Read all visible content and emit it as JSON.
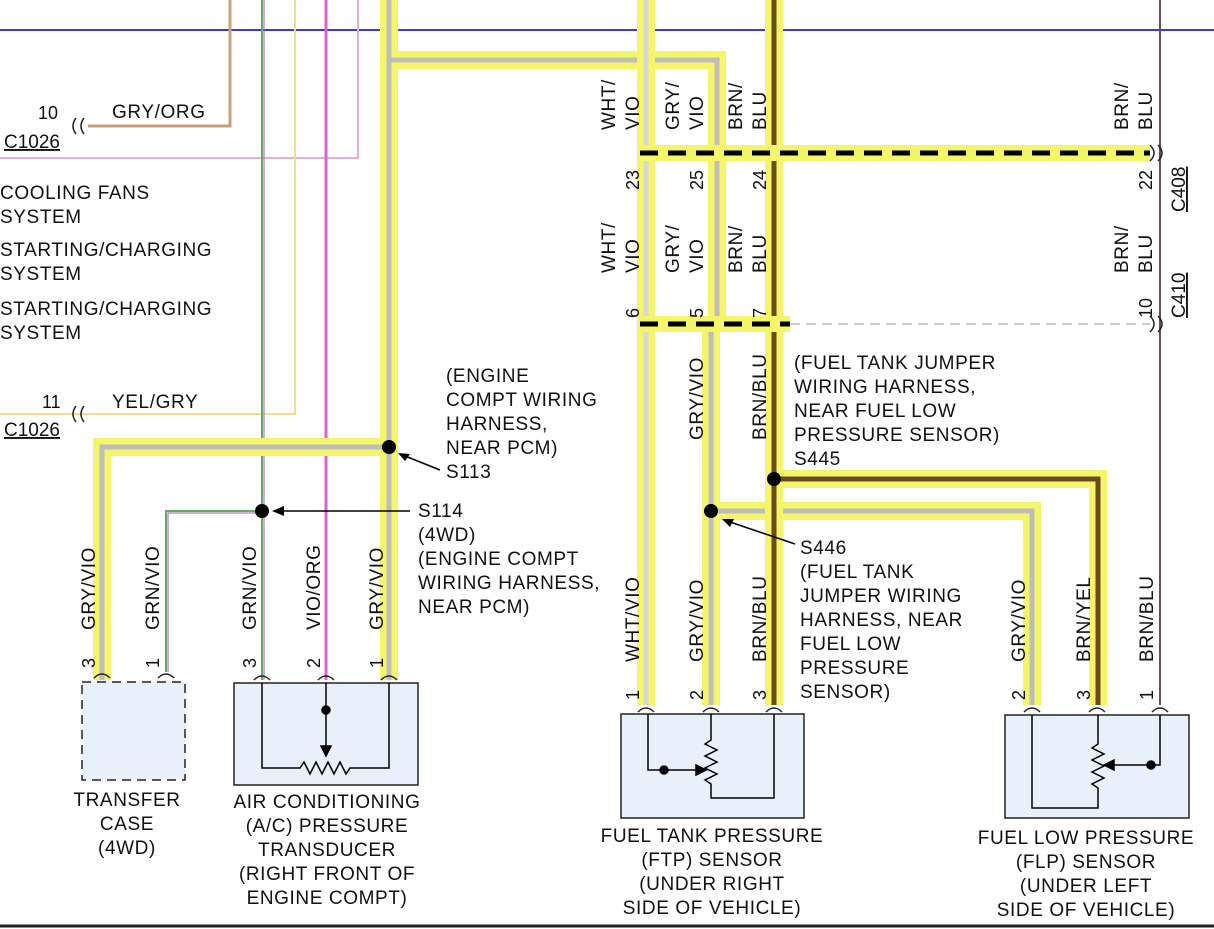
{
  "connector_c1026": {
    "top_pin": "10",
    "top_wire": "GRY/ORG",
    "top_ref": "C1026",
    "bottom_pin": "11",
    "bottom_wire": "YEL/GRY",
    "bottom_ref": "C1026"
  },
  "references": {
    "cooling_fans": [
      "COOLING FANS",
      "SYSTEM"
    ],
    "starting_charging_1": [
      "STARTING/CHARGING",
      "SYSTEM"
    ],
    "starting_charging_2": [
      "STARTING/CHARGING",
      "SYSTEM"
    ]
  },
  "splices": {
    "s113": {
      "id": "S113",
      "desc": [
        "(ENGINE",
        "COMPT WIRING",
        "HARNESS,",
        "NEAR PCM)"
      ]
    },
    "s114": {
      "id": "S114",
      "desc": [
        "(4WD)",
        "(ENGINE COMPT",
        "WIRING HARNESS,",
        "NEAR PCM)"
      ]
    },
    "s445": {
      "id": "S445",
      "desc": [
        "(FUEL TANK JUMPER",
        "WIRING HARNESS,",
        "NEAR FUEL LOW",
        "PRESSURE SENSOR)"
      ]
    },
    "s446": {
      "id": "S446",
      "desc": [
        "(FUEL TANK",
        "JUMPER WIRING",
        "HARNESS, NEAR",
        "FUEL LOW",
        "PRESSURE",
        "SENSOR)"
      ]
    }
  },
  "connector_c408": {
    "ref": "C408",
    "wires_top": [
      {
        "l1": "WHT/",
        "l2": "VIO"
      },
      {
        "l1": "GRY/",
        "l2": "VIO"
      },
      {
        "l1": "BRN/",
        "l2": "BLU"
      },
      {
        "l1": "BRN/",
        "l2": "BLU"
      }
    ],
    "pins": [
      "23",
      "25",
      "24",
      "22"
    ]
  },
  "connector_c410": {
    "ref": "C410",
    "wires_top": [
      {
        "l1": "WHT/",
        "l2": "VIO"
      },
      {
        "l1": "GRY/",
        "l2": "VIO"
      },
      {
        "l1": "BRN/",
        "l2": "BLU"
      },
      {
        "l1": "BRN/",
        "l2": "BLU"
      }
    ],
    "pins": [
      "6",
      "5",
      "7",
      "10"
    ]
  },
  "mid_wires": [
    "GRY/VIO",
    "BRN/BLU"
  ],
  "components": {
    "transfer_case": {
      "name": [
        "TRANSFER",
        "CASE",
        "(4WD)"
      ],
      "wires": [
        "GRY/VIO",
        "GRN/VIO"
      ],
      "pins": [
        "3",
        "1"
      ]
    },
    "ac_transducer": {
      "name": [
        "AIR CONDITIONING",
        "(A/C) PRESSURE",
        "TRANSDUCER",
        "(RIGHT FRONT OF",
        "ENGINE COMPT)"
      ],
      "wires": [
        "GRN/VIO",
        "VIO/ORG",
        "GRY/VIO"
      ],
      "pins": [
        "3",
        "2",
        "1"
      ]
    },
    "ftp_sensor": {
      "name": [
        "FUEL TANK PRESSURE",
        "(FTP) SENSOR",
        "(UNDER RIGHT",
        "SIDE OF VEHICLE)"
      ],
      "wires": [
        "WHT/VIO",
        "GRY/VIO",
        "BRN/BLU"
      ],
      "pins": [
        "1",
        "2",
        "3"
      ]
    },
    "flp_sensor": {
      "name": [
        "FUEL LOW PRESSURE",
        "(FLP) SENSOR",
        "(UNDER LEFT",
        "SIDE OF VEHICLE)"
      ],
      "wires": [
        "GRY/VIO",
        "BRN/YEL",
        "BRN/BLU"
      ],
      "pins": [
        "2",
        "3",
        "1"
      ]
    }
  },
  "colors": {
    "highlight": "#f5f56a",
    "gray_wire": "#bdbdbd",
    "brown_wire": "#6b4a1e",
    "blue_line": "#3a3ad0",
    "pink_wire": "#e060d0",
    "tan_wire": "#c9a27a",
    "component_fill": "#e8f1fa"
  }
}
